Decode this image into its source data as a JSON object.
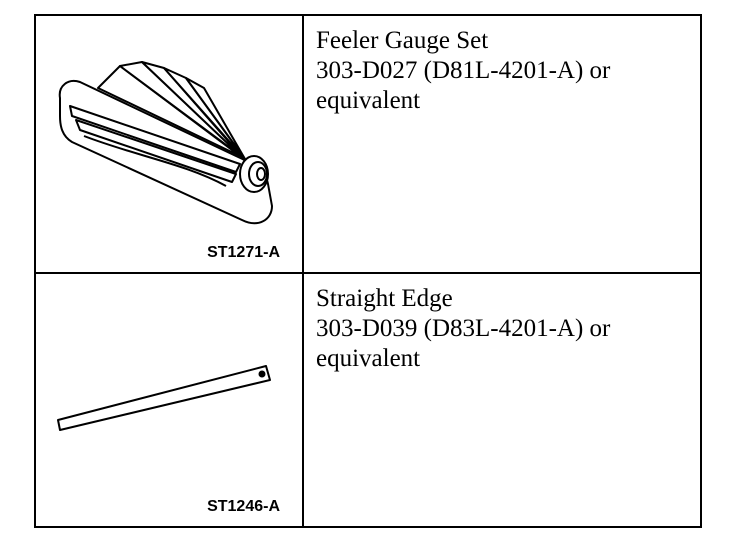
{
  "tools": [
    {
      "illustration": "feeler-gauge-set-drawing",
      "code": "ST1271-A",
      "name": "Feeler Gauge Set",
      "part_number": "303-D027 (D81L-4201-A) or",
      "note": "equivalent"
    },
    {
      "illustration": "straight-edge-drawing",
      "code": "ST1246-A",
      "name": "Straight Edge",
      "part_number": "303-D039 (D83L-4201-A) or",
      "note": "equivalent"
    }
  ]
}
